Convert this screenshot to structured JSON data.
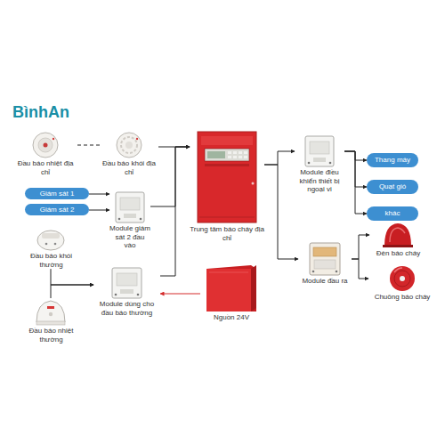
{
  "diagram": {
    "nodes": [
      {
        "text": [
          "Đầu báo nhiệt địa chỉ"
        ]
      },
      {
        "text": [
          "Đầu báo khói địa chỉ"
        ]
      },
      {
        "text": [
          "Giám sát 1"
        ]
      },
      {
        "text": [
          "Giám sát 2"
        ]
      },
      {
        "text": [
          "Module giám sát 2 đầu vào"
        ]
      },
      {
        "text": [
          "Đầu báo khói thường"
        ]
      },
      {
        "text": [
          "Đầu báo nhiệt thường"
        ]
      },
      {
        "text": [
          "Module dùng cho đầu báo thường"
        ]
      },
      {
        "text": [
          "Trung tâm báo cháy địa chỉ"
        ]
      },
      {
        "text": [
          "Nguồn 24V"
        ]
      },
      {
        "text": [
          "Module điều khiển thiết bị ngoại vi"
        ]
      },
      {
        "text": [
          "Module đầu ra"
        ]
      },
      {
        "text": [
          "Thang máy"
        ]
      },
      {
        "text": [
          "Quạt gió"
        ]
      },
      {
        "text": [
          "khác"
        ]
      },
      {
        "text": [
          "Đèn báo cháy"
        ]
      },
      {
        "text": [
          "Chuông báo cháy"
        ]
      }
    ],
    "edges": [
      {
        "from": 0,
        "to": 1,
        "arrow": "none"
      },
      {
        "from": 1,
        "to": 8,
        "arrow": "to"
      },
      {
        "from": 2,
        "to": 4,
        "arrow": "to"
      },
      {
        "from": 3,
        "to": 4,
        "arrow": "to"
      },
      {
        "from": 4,
        "to": 8,
        "arrow": "to"
      },
      {
        "from": 7,
        "to": 8,
        "arrow": "to"
      },
      {
        "from": 5,
        "to": 7,
        "arrow": "to"
      },
      {
        "from": 6,
        "to": 7,
        "arrow": "to"
      },
      {
        "from": 9,
        "to": 7,
        "arrow": "to"
      },
      {
        "from": 8,
        "to": 10,
        "arrow": "to"
      },
      {
        "from": 8,
        "to": 11,
        "arrow": "to"
      },
      {
        "from": 10,
        "to": 12,
        "arrow": "to"
      },
      {
        "from": 10,
        "to": 13,
        "arrow": "to"
      },
      {
        "from": 10,
        "to": 14,
        "arrow": "to"
      },
      {
        "from": 11,
        "to": 15,
        "arrow": "to"
      },
      {
        "from": 11,
        "to": 16,
        "arrow": "to"
      }
    ],
    "labels": [
      "BìnhAn"
    ]
  }
}
